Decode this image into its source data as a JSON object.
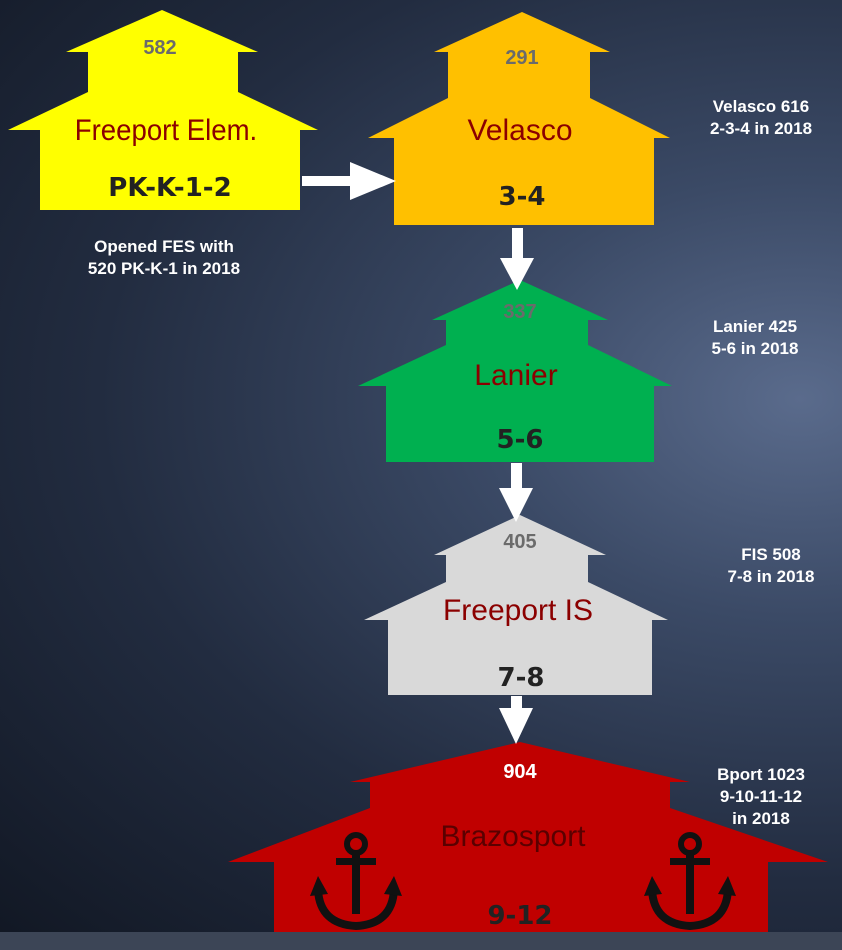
{
  "colors": {
    "freeport_elem": "#ffff00",
    "velasco": "#ffc000",
    "lanier": "#00b050",
    "freeport_is": "#d9d9d9",
    "brazosport": "#c00000",
    "arrow": "#ffffff"
  },
  "schools": [
    {
      "id": "freeport-elem",
      "name": "Freeport Elem.",
      "grades": "PK-K-1-2",
      "count": "582"
    },
    {
      "id": "velasco",
      "name": "Velasco",
      "grades": "3-4",
      "count": "291"
    },
    {
      "id": "lanier",
      "name": "Lanier",
      "grades": "5-6",
      "count": "337"
    },
    {
      "id": "freeport-is",
      "name": "Freeport IS",
      "grades": "7-8",
      "count": "405"
    },
    {
      "id": "brazosport",
      "name": "Brazosport",
      "grades": "9-12",
      "count": "904"
    }
  ],
  "notes": {
    "freeport_elem": "Opened FES with\n520 PK-K-1 in 2018",
    "velasco": "Velasco 616\n2-3-4 in 2018",
    "lanier": "Lanier 425\n5-6 in 2018",
    "freeport_is": "FIS 508\n7-8 in 2018",
    "brazosport": "Bport  1023\n9-10-11-12\nin 2018"
  },
  "icons": [
    "anchor-icon",
    "anchor-icon"
  ]
}
